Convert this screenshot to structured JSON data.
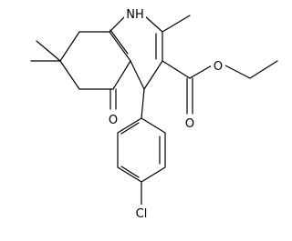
{
  "molecule": {
    "atoms": {
      "nh": "NH",
      "ketone_o": "O",
      "ester_carbonyl_o": "O",
      "ester_ether_o": "O",
      "chlorine": "Cl"
    }
  },
  "colors": {
    "bond": "#000000",
    "label": "#000000",
    "background": "#ffffff"
  }
}
